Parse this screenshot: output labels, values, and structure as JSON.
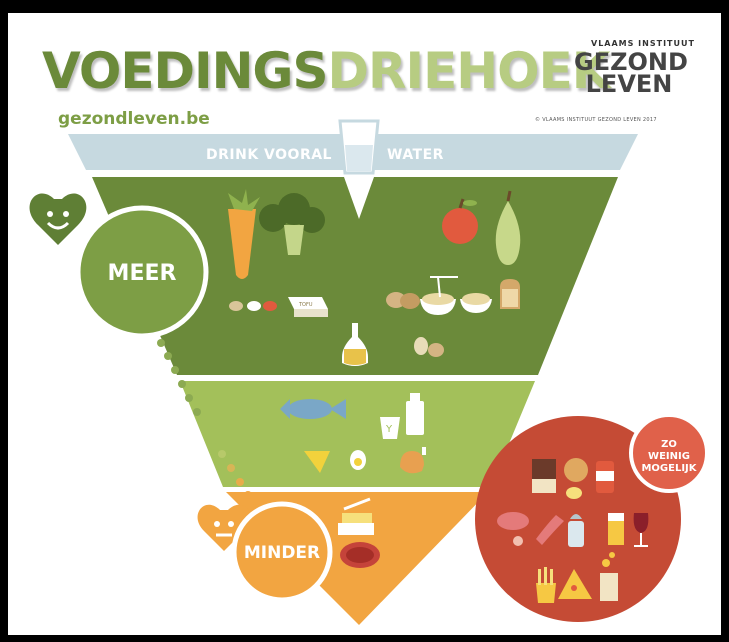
{
  "title": {
    "part1": "VOEDINGS",
    "part2": "DRIEHOEK"
  },
  "brand": {
    "line1": "VLAAMS INSTITUUT",
    "line2": "GEZOND",
    "line3": "LEVEN"
  },
  "website": "gezondleven.be",
  "copyright": "© VLAAMS INSTITUUT GEZOND LEVEN 2017",
  "water": {
    "label_left": "DRINK VOORAL",
    "label_right": "WATER"
  },
  "labels": {
    "more": "MEER",
    "less": "MINDER",
    "as_little": "ZO WEINIG MOGELIJK",
    "tofu": "TOFU"
  },
  "colors": {
    "water_band": "#c6d9e0",
    "green_dark": "#6b8a3a",
    "green_light": "#a3c05a",
    "orange": "#f2a541",
    "red": "#c54b35"
  },
  "icons": {
    "more_zone": [
      "carrot-icon",
      "broccoli-icon",
      "apple-icon",
      "pear-icon",
      "beans-icon",
      "tofu-icon",
      "oil-bottle-icon",
      "nuts-icon",
      "bread-icon",
      "pasta-bowl-icon",
      "grain-bowl-icon",
      "toast-icon"
    ],
    "middle_zone": [
      "fish-icon",
      "yogurt-icon",
      "milk-icon",
      "cheese-icon",
      "egg-icon",
      "chicken-leg-icon"
    ],
    "less_zone": [
      "butter-icon",
      "steak-icon"
    ],
    "as_little_zone": [
      "chocolate-icon",
      "cookie-icon",
      "soda-can-icon",
      "candy-icon",
      "sausage-icon",
      "bacon-icon",
      "salt-shaker-icon",
      "beer-icon",
      "wine-glass-icon",
      "fries-icon",
      "pizza-icon",
      "chips-icon"
    ]
  }
}
